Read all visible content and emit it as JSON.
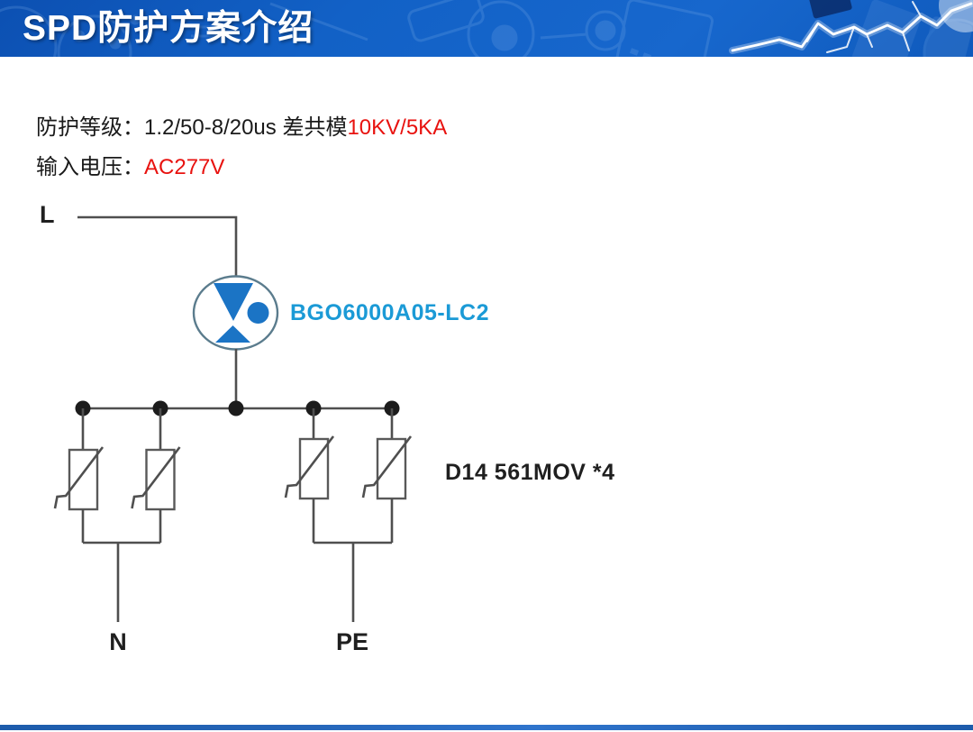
{
  "header": {
    "title": "SPD防护方案介绍"
  },
  "specs": {
    "line1": {
      "prefix": "防护等级：1.2/50-8/20us 差共模",
      "highlight": "10KV/5KA"
    },
    "line2": {
      "prefix": "输入电压：",
      "highlight": "AC277V"
    }
  },
  "diagram": {
    "l_label": "L",
    "n_label": "N",
    "pe_label": "PE",
    "gdt_label": "BGO6000A05-LC2",
    "mov_label": "D14 561MOV *4"
  },
  "colors": {
    "header-blue": "#1261c6",
    "accent-red": "#e8120f",
    "part-label-blue": "#1b9ad6",
    "symbol-blue": "#1b74c5",
    "line-gray": "#4f4f4f",
    "bottom-bar-blue": "#2565b8"
  }
}
